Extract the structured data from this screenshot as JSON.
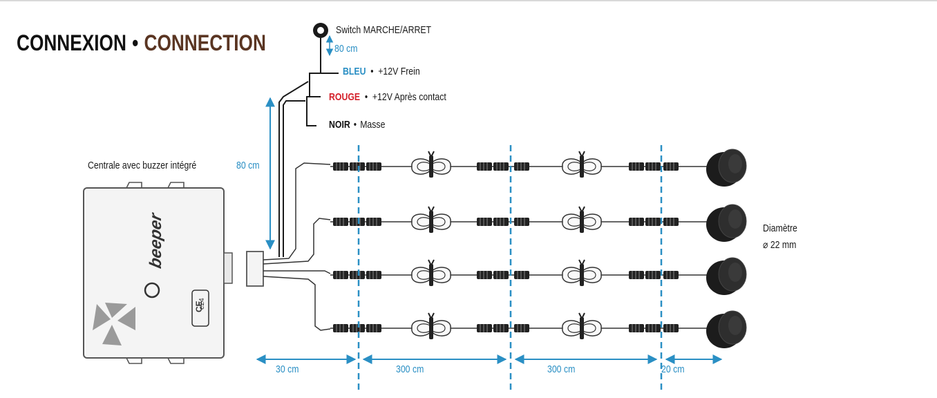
{
  "title": {
    "part1": "CONNEXION",
    "separator": "•",
    "part2": "CONNECTION",
    "color1": "#111111",
    "color2": "#5a3522"
  },
  "wires": {
    "switch_label": "Switch MARCHE/ARRET",
    "switch_length": "80 cm",
    "blue": {
      "name": "BLEU",
      "sep": "•",
      "desc": "+12V Frein",
      "color": "#2a8fc4"
    },
    "red": {
      "name": "ROUGE",
      "sep": "•",
      "desc": "+12V  Après contact",
      "color": "#d4202a"
    },
    "black": {
      "name": "NOIR",
      "sep": "•",
      "desc": "Masse",
      "color": "#111111"
    }
  },
  "control_unit": {
    "label": "Centrale avec buzzer intégré",
    "brand": "beeper",
    "ce_mark": "CE",
    "e_mark": "e24"
  },
  "harness_length": "80 cm",
  "sensor": {
    "label": "Diamètre",
    "diameter": "⌀ 22 mm"
  },
  "segments": [
    "30 cm",
    "300 cm",
    "300 cm",
    "20 cm"
  ],
  "accent_color": "#2a8fc4"
}
